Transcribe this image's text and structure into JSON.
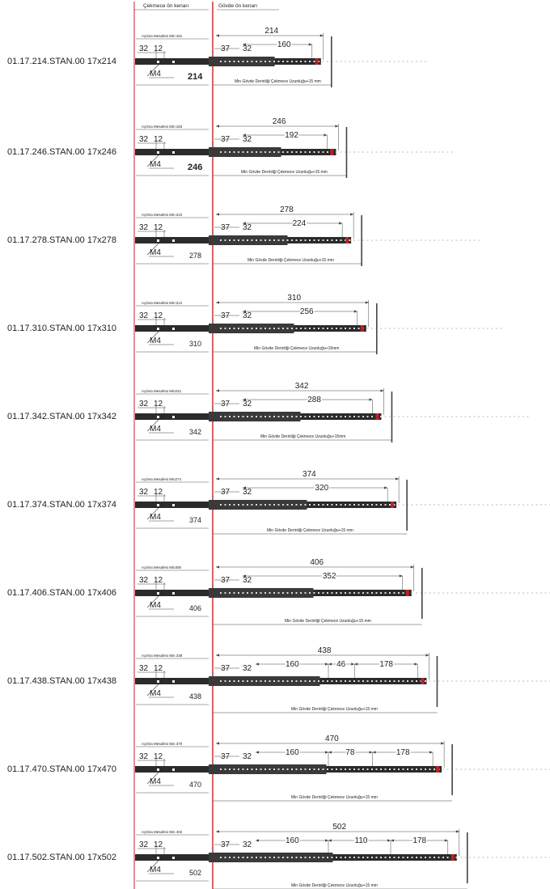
{
  "header": {
    "drawer_front_label": "Çekmece ön kenarı",
    "body_front_label": "Gövde ön kenarı"
  },
  "colors": {
    "reference_line": "#cc2222",
    "rail": "#2b2b2b",
    "stop": "#bb2222"
  },
  "rows": [
    {
      "code": "01.17.214.STAN.00 17x214",
      "length": "214",
      "gap": "160",
      "segments": [],
      "ext_label": "214",
      "opening": "Açılma Mesafesi Min:181",
      "min_depth": "Min Gövde Derinliği Çekmece Uzunluğu+15 mm",
      "depth_note_size": "small",
      "ext_bold": true
    },
    {
      "code": "01.17.246.STAN.00 17x246",
      "length": "246",
      "gap": "192",
      "segments": [],
      "ext_label": "246",
      "opening": "Açılma Mesafesi Min:183",
      "min_depth": "Min Gövde Derinliği Çekmece Uzunluğu+15 mm",
      "depth_note_size": "small",
      "ext_bold": true
    },
    {
      "code": "01.17.278.STAN.00 17x278",
      "length": "278",
      "gap": "224",
      "segments": [],
      "ext_label": "278",
      "opening": "Açılma Mesafesi Min:210",
      "min_depth": "Min Gövde Derinliği Çekmece Uzunluğu+15 mm",
      "depth_note_size": "small",
      "ext_bold": false
    },
    {
      "code": "01.17.310.STAN.00 17x310",
      "length": "310",
      "gap": "256",
      "segments": [],
      "ext_label": "310",
      "opening": "Açılma Mesafesi Min:212",
      "min_depth": "Min Gövde Derinliği Çekmece Uzunluğu+15mm",
      "depth_note_size": "small",
      "ext_bold": false
    },
    {
      "code": "01.17.342.STAN.00 17x342",
      "length": "342",
      "gap": "288",
      "segments": [],
      "ext_label": "342",
      "opening": "Açılma Mesafesi Min242",
      "min_depth": "Min Gövde Derinliği Çekmece Uzunluğu+15mm",
      "depth_note_size": "small",
      "ext_bold": false
    },
    {
      "code": "01.17.374.STAN.00 17x374",
      "length": "374",
      "gap": "320",
      "segments": [],
      "ext_label": "374",
      "opening": "Açılma Mesafesi Min274",
      "min_depth": "Min Gövde Derinliği Çekmece Uzunluğu+15 mm",
      "depth_note_size": "medium",
      "ext_bold": false
    },
    {
      "code": "01.17.406.STAN.00 17x406",
      "length": "406",
      "gap": "352",
      "segments": [],
      "ext_label": "406",
      "opening": "Açılma Mesafesi Min306",
      "min_depth": "Min Gövde Derinliği Çekmece Uzunluğu+15 mm",
      "depth_note_size": "large",
      "ext_bold": false
    },
    {
      "code": "01.17.438.STAN.00 17x438",
      "length": "438",
      "gap": "",
      "segments": [
        "160",
        "46",
        "178"
      ],
      "ext_label": "438",
      "opening": "Açılma Mesafesi Min 338",
      "min_depth": "Min Gövde Derinliği Çekmece Uzunluğu+15 mm",
      "depth_note_size": "large",
      "ext_bold": false
    },
    {
      "code": "01.17.470.STAN.00 17x470",
      "length": "470",
      "gap": "",
      "segments": [
        "160",
        "78",
        "178"
      ],
      "ext_label": "470",
      "opening": "Açılma Mesafesi Min 370",
      "min_depth": "Min Gövde Derinliği  Çekmece Uzunluğu+15 mm",
      "depth_note_size": "large",
      "ext_bold": false
    },
    {
      "code": "01.17.502.STAN.00 17x502",
      "length": "502",
      "gap": "",
      "segments": [
        "160",
        "110",
        "178"
      ],
      "ext_label": "502",
      "opening": "Açılma Mesafesi Min 402",
      "min_depth": "Min Gövde Derinliği Çekmece Uzunluğu+15 mm",
      "depth_note_size": "large",
      "ext_bold": false
    }
  ],
  "common": {
    "dim_32": "32",
    "dim_12": "12",
    "dim_37": "37",
    "dim_37_32": "32",
    "screw": "M4"
  }
}
